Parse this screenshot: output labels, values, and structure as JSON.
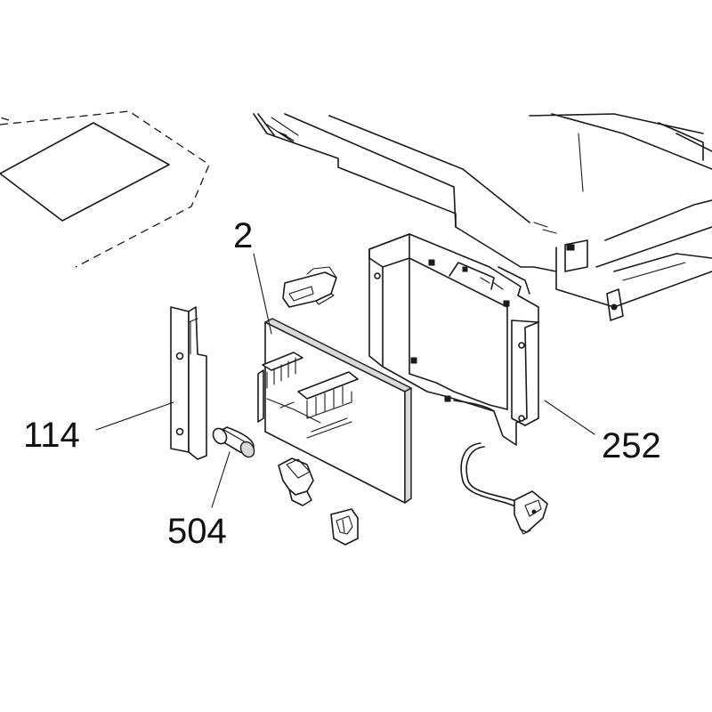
{
  "callouts": {
    "part_2": "2",
    "part_114": "114",
    "part_252": "252",
    "part_504": "504"
  }
}
